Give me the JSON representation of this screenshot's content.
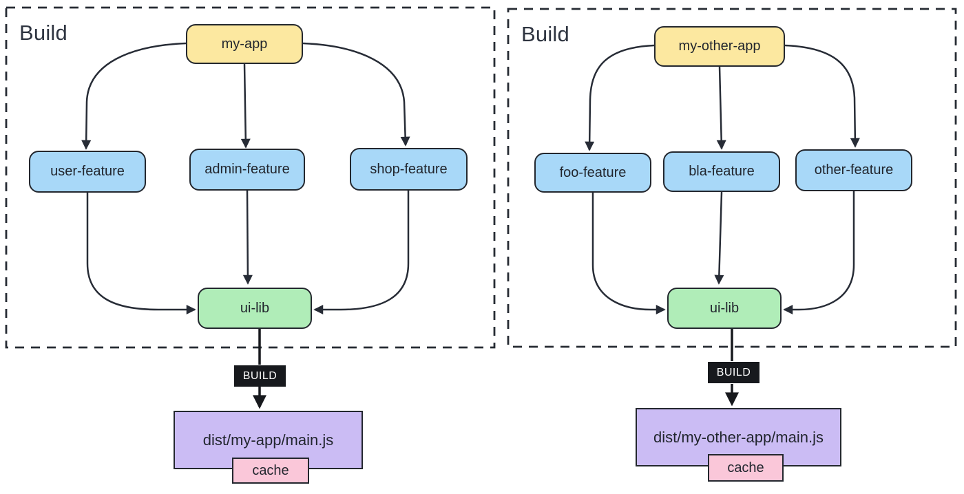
{
  "diagram": {
    "panels": [
      {
        "title": "Build",
        "app": "my-app",
        "features": [
          "user-feature",
          "admin-feature",
          "shop-feature"
        ],
        "lib": "ui-lib",
        "build_tag": "BUILD",
        "output_file": "dist/my-app/main.js",
        "cache_tag": "cache"
      },
      {
        "title": "Build",
        "app": "my-other-app",
        "features": [
          "foo-feature",
          "bla-feature",
          "other-feature"
        ],
        "lib": "ui-lib",
        "build_tag": "BUILD",
        "output_file": "dist/my-other-app/main.js",
        "cache_tag": "cache"
      }
    ],
    "colors": {
      "app_fill": "#fce8a0",
      "feature_fill": "#a8d8f8",
      "lib_fill": "#b0edb8",
      "output_fill": "#cbbcf4",
      "cache_fill": "#fac7d9",
      "build_tag_bg": "#17191d",
      "build_tag_text": "#ffffff",
      "ink": "#272c36"
    }
  }
}
